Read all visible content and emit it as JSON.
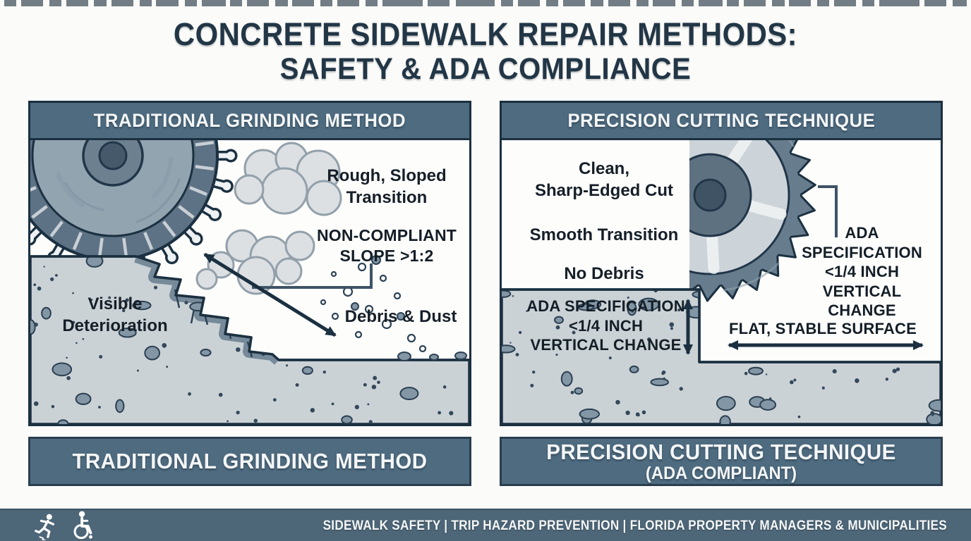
{
  "title": {
    "line1": "CONCRETE SIDEWALK REPAIR METHODS:",
    "line2": "SAFETY & ADA COMPLIANCE"
  },
  "left_panel": {
    "header": "TRADITIONAL GRINDING METHOD",
    "labels": {
      "rough_transition": "Rough, Sloped\nTransition",
      "non_compliant": "NON-COMPLIANT\nSLOPE >1:2",
      "visible_deterioration": "Visible\nDeterioration",
      "debris_dust": "Debris & Dust"
    },
    "caption": "TRADITIONAL GRINDING METHOD"
  },
  "right_panel": {
    "header": "PRECISION CUTTING TECHNIQUE",
    "labels": {
      "clean_cut": "Clean,\nSharp-Edged Cut",
      "smooth_transition": "Smooth Transition",
      "no_debris": "No Debris",
      "ada_slab": "ADA SPECIFICATION\n<1/4 INCH\nVERTICAL CHANGE",
      "ada_side": "ADA\nSPECIFICATION\n<1/4 INCH\nVERTICAL\nCHANGE",
      "flat_surface": "FLAT, STABLE SURFACE"
    },
    "caption_line1": "PRECISION CUTTING TECHNIQUE",
    "caption_line2": "(ADA COMPLIANT)"
  },
  "footer": {
    "text": "SIDEWALK SAFETY | TRIP HAZARD PREVENTION | FLORIDA PROPERTY MANAGERS & MUNICIPALITIES",
    "icons": [
      "running-person-icon",
      "wheelchair-icon"
    ]
  },
  "colors": {
    "bar": "#4e6b80",
    "footer_bar": "#4d6678",
    "border": "#1b3040",
    "concrete": "#cbd2d6",
    "pebble": "#8296a5",
    "pebble_edge": "#2b3f51",
    "dot": "#34485a",
    "ink": "#223646",
    "label": "#161f28"
  }
}
